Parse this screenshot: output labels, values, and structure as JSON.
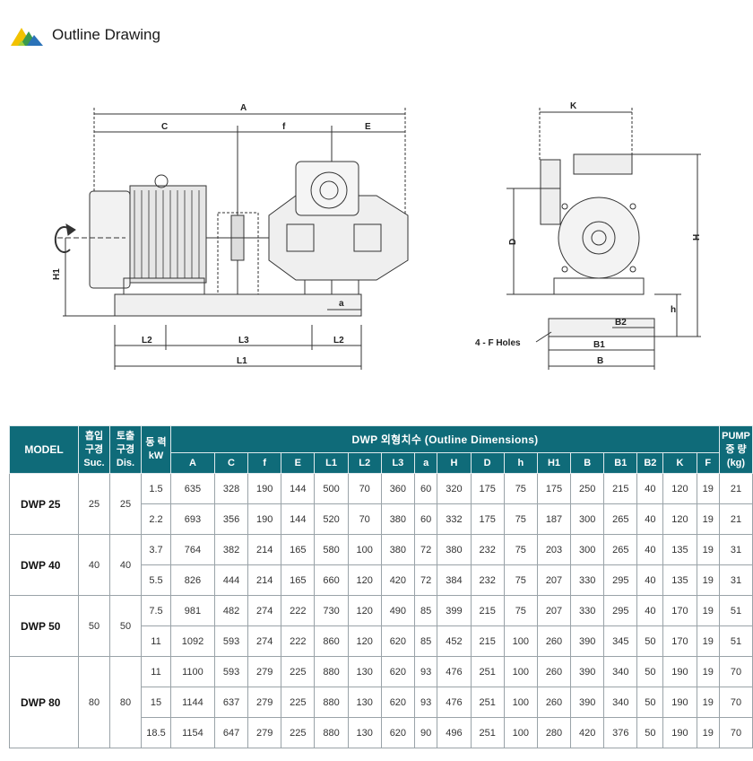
{
  "header": {
    "title": "Outline Drawing",
    "logo": "triangle-logo"
  },
  "drawing": {
    "side_labels": {
      "A": "A",
      "C": "C",
      "f": "f",
      "E": "E",
      "H1": "H1",
      "L2_left": "L2",
      "L3": "L3",
      "L2_right": "L2",
      "L1": "L1",
      "a": "a"
    },
    "front_labels": {
      "K": "K",
      "D": "D",
      "H": "H",
      "h": "h",
      "B2": "B2",
      "B1": "B1",
      "B": "B",
      "holes": "4 - F  Holes"
    }
  },
  "table": {
    "headers": {
      "model": "MODEL",
      "suc_top": "흡입",
      "suc_mid": "구경",
      "suc_bot": "Suc.",
      "dis_top": "토출",
      "dis_mid": "구경",
      "dis_bot": "Dis.",
      "power_top": "동 력",
      "power_bot": "kW",
      "dims_title": "DWP  외형치수 (Outline Dimensions)",
      "pump_top": "PUMP",
      "pump_mid": "중 량",
      "pump_bot": "(kg)",
      "columns": [
        "A",
        "C",
        "f",
        "E",
        "L1",
        "L2",
        "L3",
        "a",
        "H",
        "D",
        "h",
        "H1",
        "B",
        "B1",
        "B2",
        "K",
        "F"
      ]
    },
    "models": [
      {
        "name": "DWP  25",
        "suc": "25",
        "dis": "25",
        "rows": [
          {
            "kw": "1.5",
            "dims": [
              "635",
              "328",
              "190",
              "144",
              "500",
              "70",
              "360",
              "60",
              "320",
              "175",
              "75",
              "175",
              "250",
              "215",
              "40",
              "120",
              "19"
            ],
            "weight": "21"
          },
          {
            "kw": "2.2",
            "dims": [
              "693",
              "356",
              "190",
              "144",
              "520",
              "70",
              "380",
              "60",
              "332",
              "175",
              "75",
              "187",
              "300",
              "265",
              "40",
              "120",
              "19"
            ],
            "weight": "21"
          }
        ]
      },
      {
        "name": "DWP  40",
        "suc": "40",
        "dis": "40",
        "rows": [
          {
            "kw": "3.7",
            "dims": [
              "764",
              "382",
              "214",
              "165",
              "580",
              "100",
              "380",
              "72",
              "380",
              "232",
              "75",
              "203",
              "300",
              "265",
              "40",
              "135",
              "19"
            ],
            "weight": "31"
          },
          {
            "kw": "5.5",
            "dims": [
              "826",
              "444",
              "214",
              "165",
              "660",
              "120",
              "420",
              "72",
              "384",
              "232",
              "75",
              "207",
              "330",
              "295",
              "40",
              "135",
              "19"
            ],
            "weight": "31"
          }
        ]
      },
      {
        "name": "DWP  50",
        "suc": "50",
        "dis": "50",
        "rows": [
          {
            "kw": "7.5",
            "dims": [
              "981",
              "482",
              "274",
              "222",
              "730",
              "120",
              "490",
              "85",
              "399",
              "215",
              "75",
              "207",
              "330",
              "295",
              "40",
              "170",
              "19"
            ],
            "weight": "51"
          },
          {
            "kw": "11",
            "dims": [
              "1092",
              "593",
              "274",
              "222",
              "860",
              "120",
              "620",
              "85",
              "452",
              "215",
              "100",
              "260",
              "390",
              "345",
              "50",
              "170",
              "19"
            ],
            "weight": "51"
          }
        ]
      },
      {
        "name": "DWP  80",
        "suc": "80",
        "dis": "80",
        "rows": [
          {
            "kw": "11",
            "dims": [
              "1100",
              "593",
              "279",
              "225",
              "880",
              "130",
              "620",
              "93",
              "476",
              "251",
              "100",
              "260",
              "390",
              "340",
              "50",
              "190",
              "19"
            ],
            "weight": "70"
          },
          {
            "kw": "15",
            "dims": [
              "1144",
              "637",
              "279",
              "225",
              "880",
              "130",
              "620",
              "93",
              "476",
              "251",
              "100",
              "260",
              "390",
              "340",
              "50",
              "190",
              "19"
            ],
            "weight": "70"
          },
          {
            "kw": "18.5",
            "dims": [
              "1154",
              "647",
              "279",
              "225",
              "880",
              "130",
              "620",
              "90",
              "496",
              "251",
              "100",
              "280",
              "420",
              "376",
              "50",
              "190",
              "19"
            ],
            "weight": "70"
          }
        ]
      }
    ]
  }
}
